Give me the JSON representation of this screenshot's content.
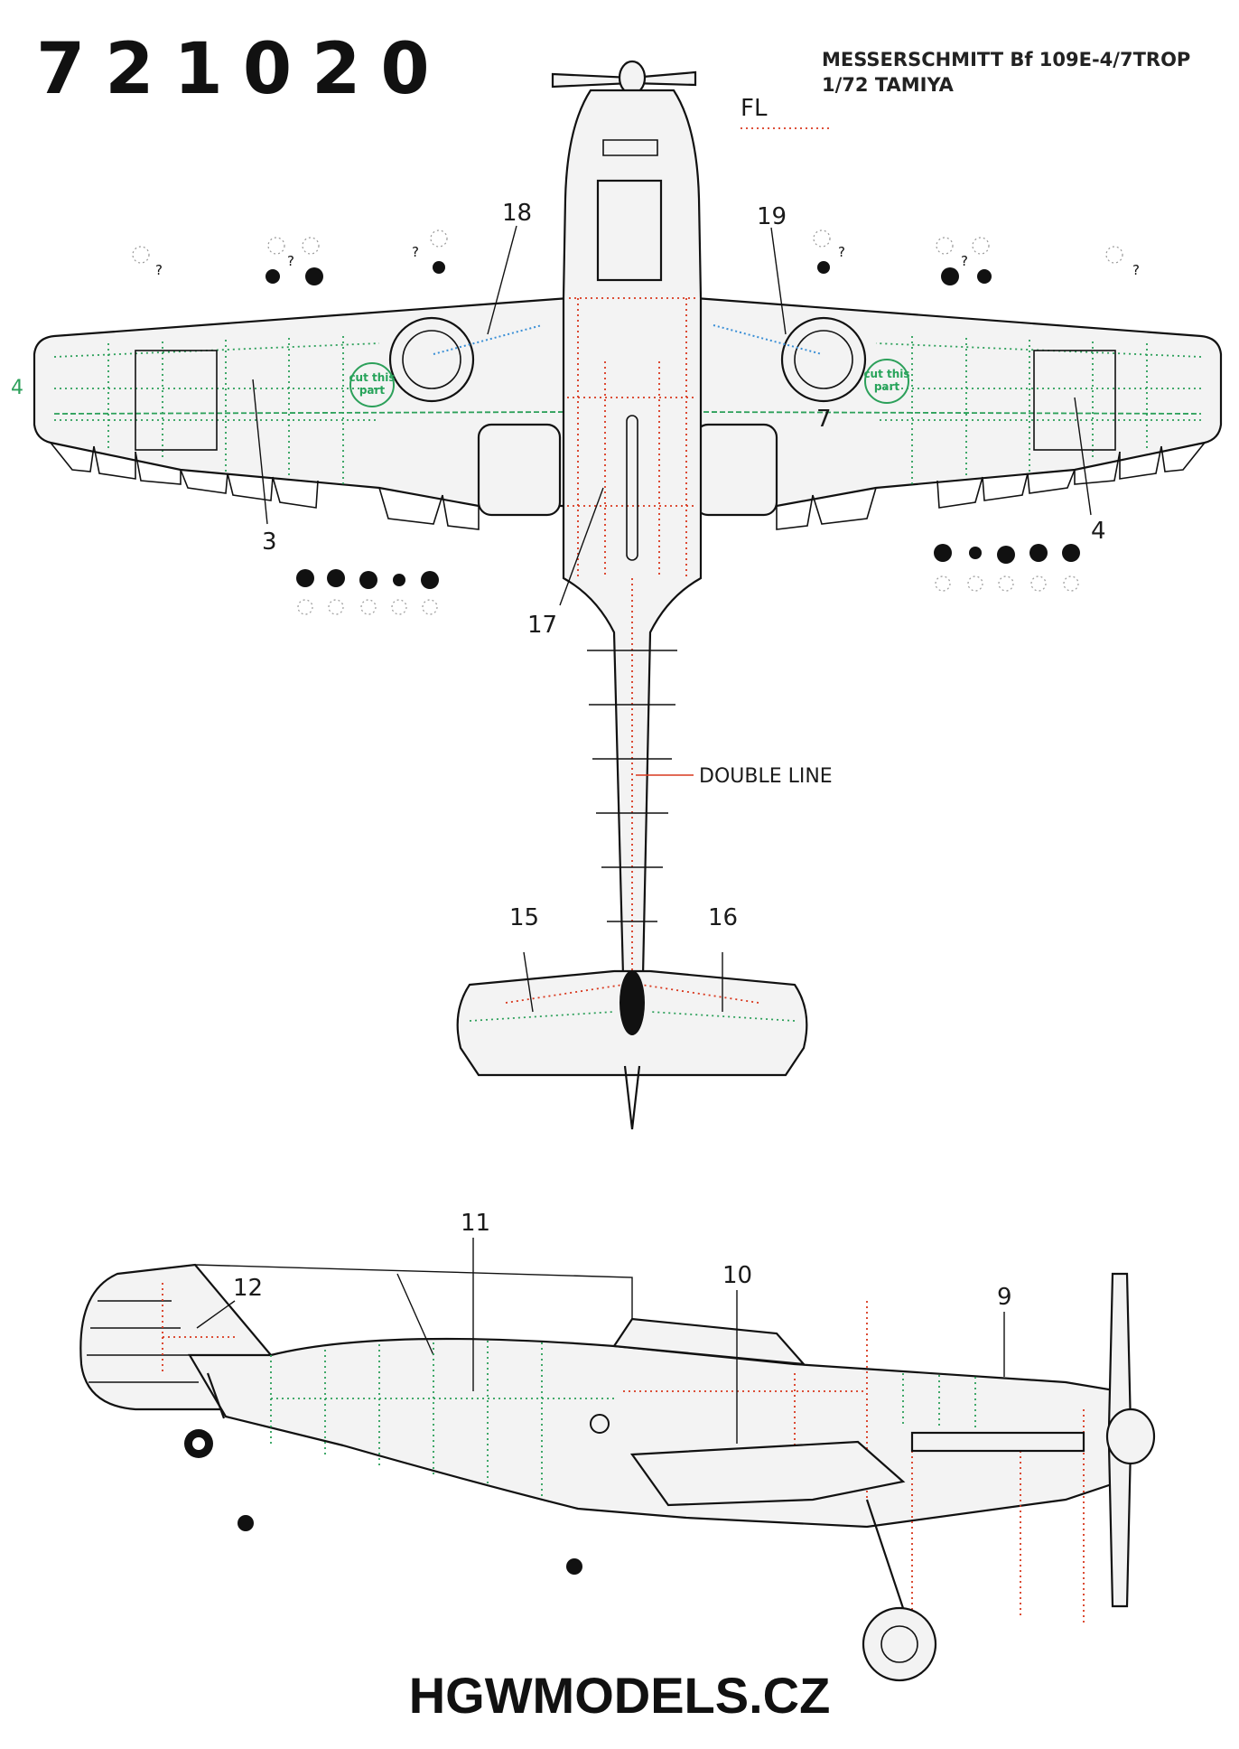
{
  "header": {
    "product_code": "721020",
    "model_title": "MESSERSCHMITT Bf 109E-4/7TROP",
    "model_scale": "1/72 TAMIYA"
  },
  "labels": {
    "fl": "FL",
    "part_3": "3",
    "part_4": "4",
    "part_4_edge": "4",
    "part_7": "7",
    "part_9": "9",
    "part_10": "10",
    "part_11": "11",
    "part_12": "12",
    "part_15": "15",
    "part_16": "16",
    "part_17": "17",
    "part_18": "18",
    "part_19": "19",
    "double_line": "DOUBLE LINE",
    "question_mark": "?",
    "cut_this": "cut this",
    "part_word": "part"
  },
  "colors": {
    "panel_line_green": "#2ca05a",
    "double_line_red": "#d9381e",
    "wheel_well_blue": "#3a8fd6",
    "outline": "#111111"
  },
  "footer": {
    "brand": "HGWMODELS.CZ"
  }
}
